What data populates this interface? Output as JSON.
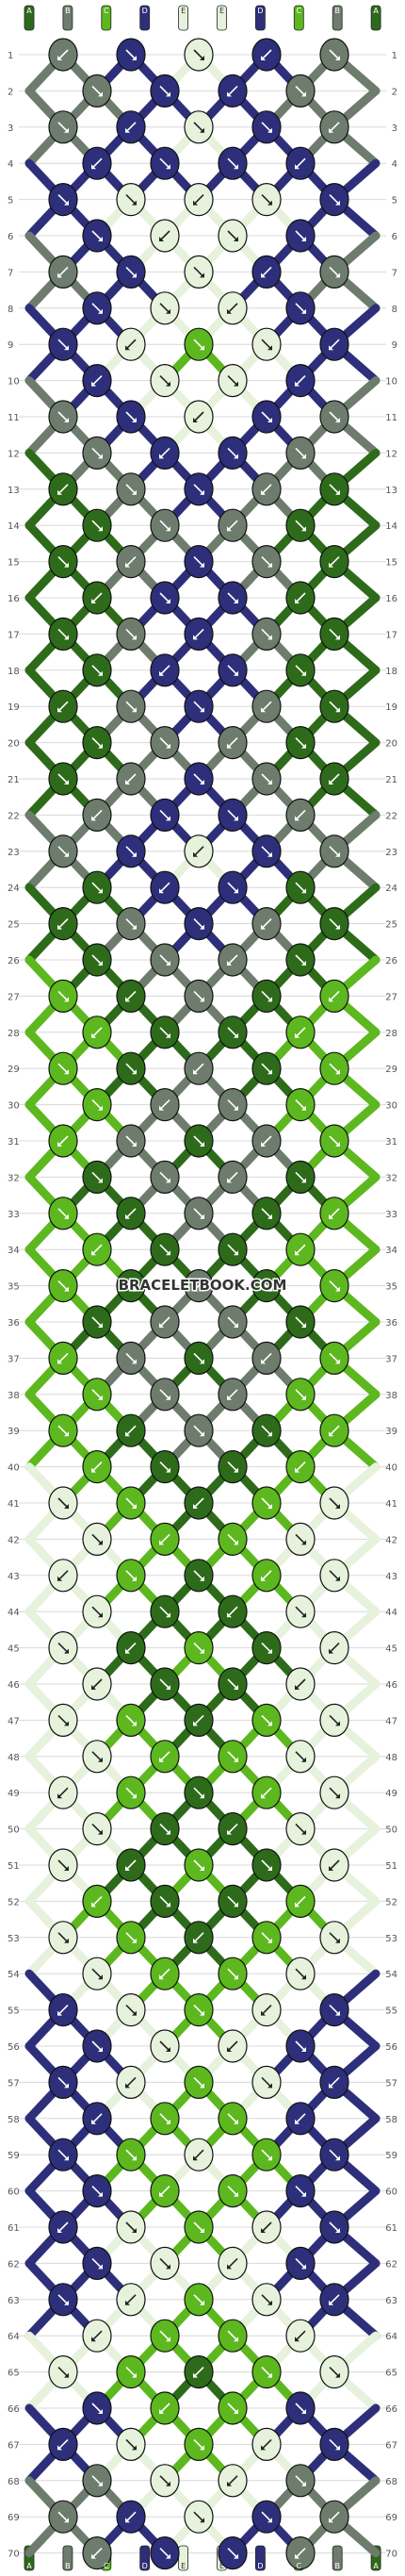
{
  "watermark": "BRACELETBOOK.COM",
  "colors": {
    "A": "#2d6b1a",
    "B": "#6e7c6e",
    "C": "#5cb81e",
    "D": "#2e2f7a",
    "E": "#e6f2dc"
  },
  "strings": [
    "A",
    "B",
    "C",
    "D",
    "E",
    "E",
    "D",
    "C",
    "B",
    "A"
  ],
  "grid": {
    "rows": 70,
    "odd_row_knots": 5,
    "even_row_knots": 4
  },
  "row_colors": [
    [
      "B",
      "D",
      "E",
      "D",
      "B"
    ],
    [
      "B",
      "D",
      "D",
      "B"
    ],
    [
      "B",
      "D",
      "E",
      "D",
      "B"
    ],
    [
      "D",
      "D",
      "D",
      "D"
    ],
    [
      "D",
      "E",
      "E",
      "E",
      "D"
    ],
    [
      "D",
      "E",
      "E",
      "D"
    ],
    [
      "B",
      "D",
      "E",
      "D",
      "B"
    ],
    [
      "D",
      "E",
      "E",
      "D"
    ],
    [
      "D",
      "E",
      "C",
      "E",
      "D"
    ],
    [
      "D",
      "E",
      "E",
      "D"
    ],
    [
      "B",
      "D",
      "E",
      "D",
      "B"
    ],
    [
      "B",
      "D",
      "D",
      "B"
    ],
    [
      "A",
      "B",
      "D",
      "B",
      "A"
    ],
    [
      "A",
      "B",
      "B",
      "A"
    ],
    [
      "A",
      "B",
      "D",
      "B",
      "A"
    ],
    [
      "A",
      "D",
      "D",
      "A"
    ],
    [
      "A",
      "B",
      "D",
      "B",
      "A"
    ],
    [
      "A",
      "D",
      "D",
      "A"
    ],
    [
      "A",
      "B",
      "D",
      "B",
      "A"
    ],
    [
      "A",
      "B",
      "B",
      "A"
    ],
    [
      "A",
      "B",
      "D",
      "B",
      "A"
    ],
    [
      "B",
      "D",
      "D",
      "B"
    ],
    [
      "B",
      "D",
      "E",
      "D",
      "B"
    ],
    [
      "A",
      "D",
      "D",
      "A"
    ],
    [
      "A",
      "B",
      "D",
      "B",
      "A"
    ],
    [
      "A",
      "B",
      "B",
      "A"
    ],
    [
      "C",
      "A",
      "B",
      "A",
      "C"
    ],
    [
      "C",
      "A",
      "A",
      "C"
    ],
    [
      "C",
      "A",
      "B",
      "A",
      "C"
    ],
    [
      "C",
      "B",
      "B",
      "C"
    ],
    [
      "C",
      "B",
      "A",
      "B",
      "C"
    ],
    [
      "A",
      "B",
      "B",
      "A"
    ],
    [
      "C",
      "A",
      "B",
      "A",
      "C"
    ],
    [
      "C",
      "A",
      "A",
      "C"
    ],
    [
      "C",
      "A",
      "B",
      "A",
      "C"
    ],
    [
      "A",
      "B",
      "B",
      "A"
    ],
    [
      "C",
      "B",
      "A",
      "B",
      "C"
    ],
    [
      "C",
      "B",
      "B",
      "C"
    ],
    [
      "C",
      "A",
      "B",
      "A",
      "C"
    ],
    [
      "C",
      "A",
      "A",
      "C"
    ],
    [
      "E",
      "C",
      "A",
      "C",
      "E"
    ],
    [
      "E",
      "C",
      "C",
      "E"
    ],
    [
      "E",
      "C",
      "A",
      "C",
      "E"
    ],
    [
      "E",
      "A",
      "A",
      "E"
    ],
    [
      "E",
      "A",
      "C",
      "A",
      "E"
    ],
    [
      "E",
      "A",
      "A",
      "E"
    ],
    [
      "E",
      "C",
      "A",
      "C",
      "E"
    ],
    [
      "E",
      "C",
      "C",
      "E"
    ],
    [
      "E",
      "C",
      "A",
      "C",
      "E"
    ],
    [
      "E",
      "A",
      "A",
      "E"
    ],
    [
      "E",
      "A",
      "C",
      "A",
      "E"
    ],
    [
      "C",
      "A",
      "A",
      "C"
    ],
    [
      "E",
      "C",
      "A",
      "C",
      "E"
    ],
    [
      "E",
      "C",
      "C",
      "E"
    ],
    [
      "D",
      "E",
      "C",
      "E",
      "D"
    ],
    [
      "D",
      "E",
      "E",
      "D"
    ],
    [
      "D",
      "E",
      "C",
      "E",
      "D"
    ],
    [
      "D",
      "C",
      "C",
      "D"
    ],
    [
      "D",
      "C",
      "E",
      "C",
      "D"
    ],
    [
      "D",
      "C",
      "C",
      "D"
    ],
    [
      "D",
      "E",
      "C",
      "E",
      "D"
    ],
    [
      "D",
      "E",
      "E",
      "D"
    ],
    [
      "D",
      "E",
      "C",
      "E",
      "D"
    ],
    [
      "E",
      "C",
      "C",
      "E"
    ],
    [
      "E",
      "C",
      "A",
      "C",
      "E"
    ],
    [
      "D",
      "C",
      "C",
      "D"
    ],
    [
      "D",
      "E",
      "C",
      "E",
      "D"
    ],
    [
      "B",
      "E",
      "E",
      "B"
    ],
    [
      "B",
      "D",
      "E",
      "D",
      "B"
    ],
    [
      "B",
      "D",
      "D",
      "B"
    ]
  ]
}
